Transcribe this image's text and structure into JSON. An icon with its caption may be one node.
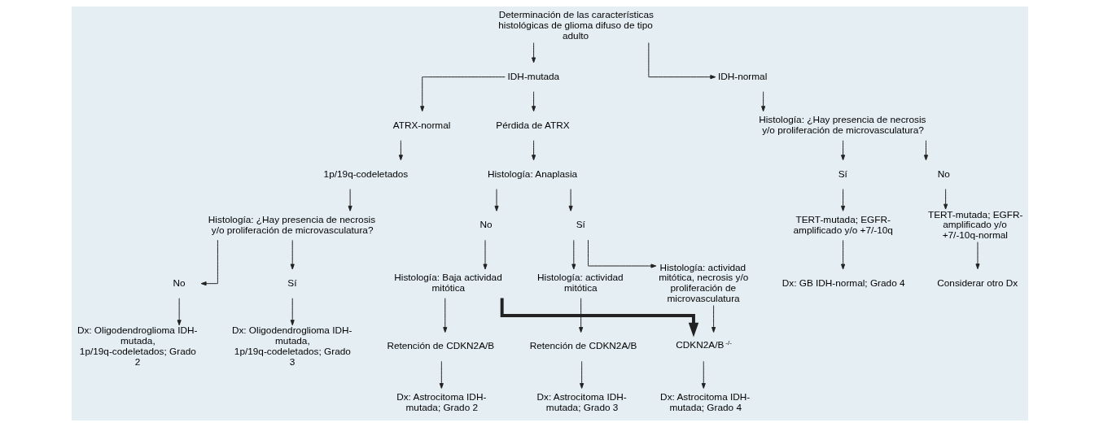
{
  "diagram": {
    "nodes": [
      {
        "text": [
          "Determinación de las características histológicas de glioma difuso de tipo adulto"
        ]
      },
      {
        "text": [
          "IDH-mutada"
        ]
      },
      {
        "text": [
          "IDH-normal"
        ]
      },
      {
        "text": [
          "ATRX-normal"
        ]
      },
      {
        "text": [
          "Pérdida de ATRX"
        ]
      },
      {
        "text": [
          "1p/19q-codeletados"
        ]
      },
      {
        "text": [
          "Histología: ¿Hay presencia de necrosis y/o proliferación de microvasculatura?"
        ]
      },
      {
        "text": [
          "No"
        ]
      },
      {
        "text": [
          "Sí"
        ]
      },
      {
        "text": [
          "Dx: Oligodendroglioma IDH-mutada, 1p/19q-codeletados; Grado 2"
        ]
      },
      {
        "text": [
          "Dx: Oligodendroglioma IDH-mutada, 1p/19q-codeletados; Grado 3"
        ]
      },
      {
        "text": [
          "Histología: Anaplasia"
        ]
      },
      {
        "text": [
          "No"
        ]
      },
      {
        "text": [
          "Sí"
        ]
      },
      {
        "text": [
          "Histología: Baja actividad mitótica"
        ]
      },
      {
        "text": [
          "Histología: actividad mitótica"
        ]
      },
      {
        "text": [
          "Histología: actividad mitótica, necrosis y/o proliferación de microvasculatura"
        ]
      },
      {
        "text": [
          "Retención de CDKN2A/B"
        ]
      },
      {
        "text": [
          "Retención de CDKN2A/B"
        ]
      },
      {
        "text": [
          "CDKN2A/B$^{-/-}$"
        ]
      },
      {
        "text": [
          "Dx: Astrocitoma IDH-mutada; Grado 2"
        ]
      },
      {
        "text": [
          "Dx: Astrocitoma IDH-mutada; Grado 3"
        ]
      },
      {
        "text": [
          "Dx: Astrocitoma IDH-mutada; Grado 4"
        ]
      },
      {
        "text": [
          "Histología: ¿Hay presencia de necrosis y/o proliferación de microvasculatura?"
        ]
      },
      {
        "text": [
          "Sí"
        ]
      },
      {
        "text": [
          "No"
        ]
      },
      {
        "text": [
          "TERT-mutada; EGFR-amplificado y/o +7/-10q"
        ]
      },
      {
        "text": [
          "TERT-mutada; EGFR-amplificado y/o +7/-10q-normal"
        ]
      },
      {
        "text": [
          "Dx: GB IDH-normal; Grado 4"
        ]
      },
      {
        "text": [
          "Considerar otro Dx"
        ]
      }
    ],
    "edges": [
      {
        "from": 0,
        "to": 1,
        "arrow": "to"
      },
      {
        "from": 0,
        "to": 2,
        "arrow": "to"
      },
      {
        "from": 1,
        "to": 3,
        "arrow": "to"
      },
      {
        "from": 1,
        "to": 4,
        "arrow": "to"
      },
      {
        "from": 3,
        "to": 5,
        "arrow": "to"
      },
      {
        "from": 5,
        "to": 6,
        "arrow": "to"
      },
      {
        "from": 6,
        "to": 7,
        "arrow": "to"
      },
      {
        "from": 6,
        "to": 8,
        "arrow": "to"
      },
      {
        "from": 7,
        "to": 9,
        "arrow": "to"
      },
      {
        "from": 8,
        "to": 10,
        "arrow": "to"
      },
      {
        "from": 4,
        "to": 11,
        "arrow": "to"
      },
      {
        "from": 11,
        "to": 12,
        "arrow": "to"
      },
      {
        "from": 11,
        "to": 13,
        "arrow": "to"
      },
      {
        "from": 12,
        "to": 14,
        "arrow": "to"
      },
      {
        "from": 13,
        "to": 15,
        "arrow": "to"
      },
      {
        "from": 13,
        "to": 16,
        "arrow": "to"
      },
      {
        "from": 14,
        "to": 17,
        "arrow": "to"
      },
      {
        "from": 14,
        "to": 19,
        "arrow": "to",
        "style": "thick"
      },
      {
        "from": 15,
        "to": 18,
        "arrow": "to"
      },
      {
        "from": 16,
        "to": 19,
        "arrow": "to"
      },
      {
        "from": 17,
        "to": 20,
        "arrow": "to"
      },
      {
        "from": 18,
        "to": 21,
        "arrow": "to"
      },
      {
        "from": 19,
        "to": 22,
        "arrow": "to"
      },
      {
        "from": 2,
        "to": 23,
        "arrow": "to"
      },
      {
        "from": 23,
        "to": 24,
        "arrow": "to"
      },
      {
        "from": 23,
        "to": 25,
        "arrow": "to"
      },
      {
        "from": 24,
        "to": 26,
        "arrow": "to"
      },
      {
        "from": 26,
        "to": 28,
        "arrow": "to"
      },
      {
        "from": 25,
        "to": 27,
        "arrow": "to"
      },
      {
        "from": 27,
        "to": 29,
        "arrow": "to"
      }
    ]
  }
}
